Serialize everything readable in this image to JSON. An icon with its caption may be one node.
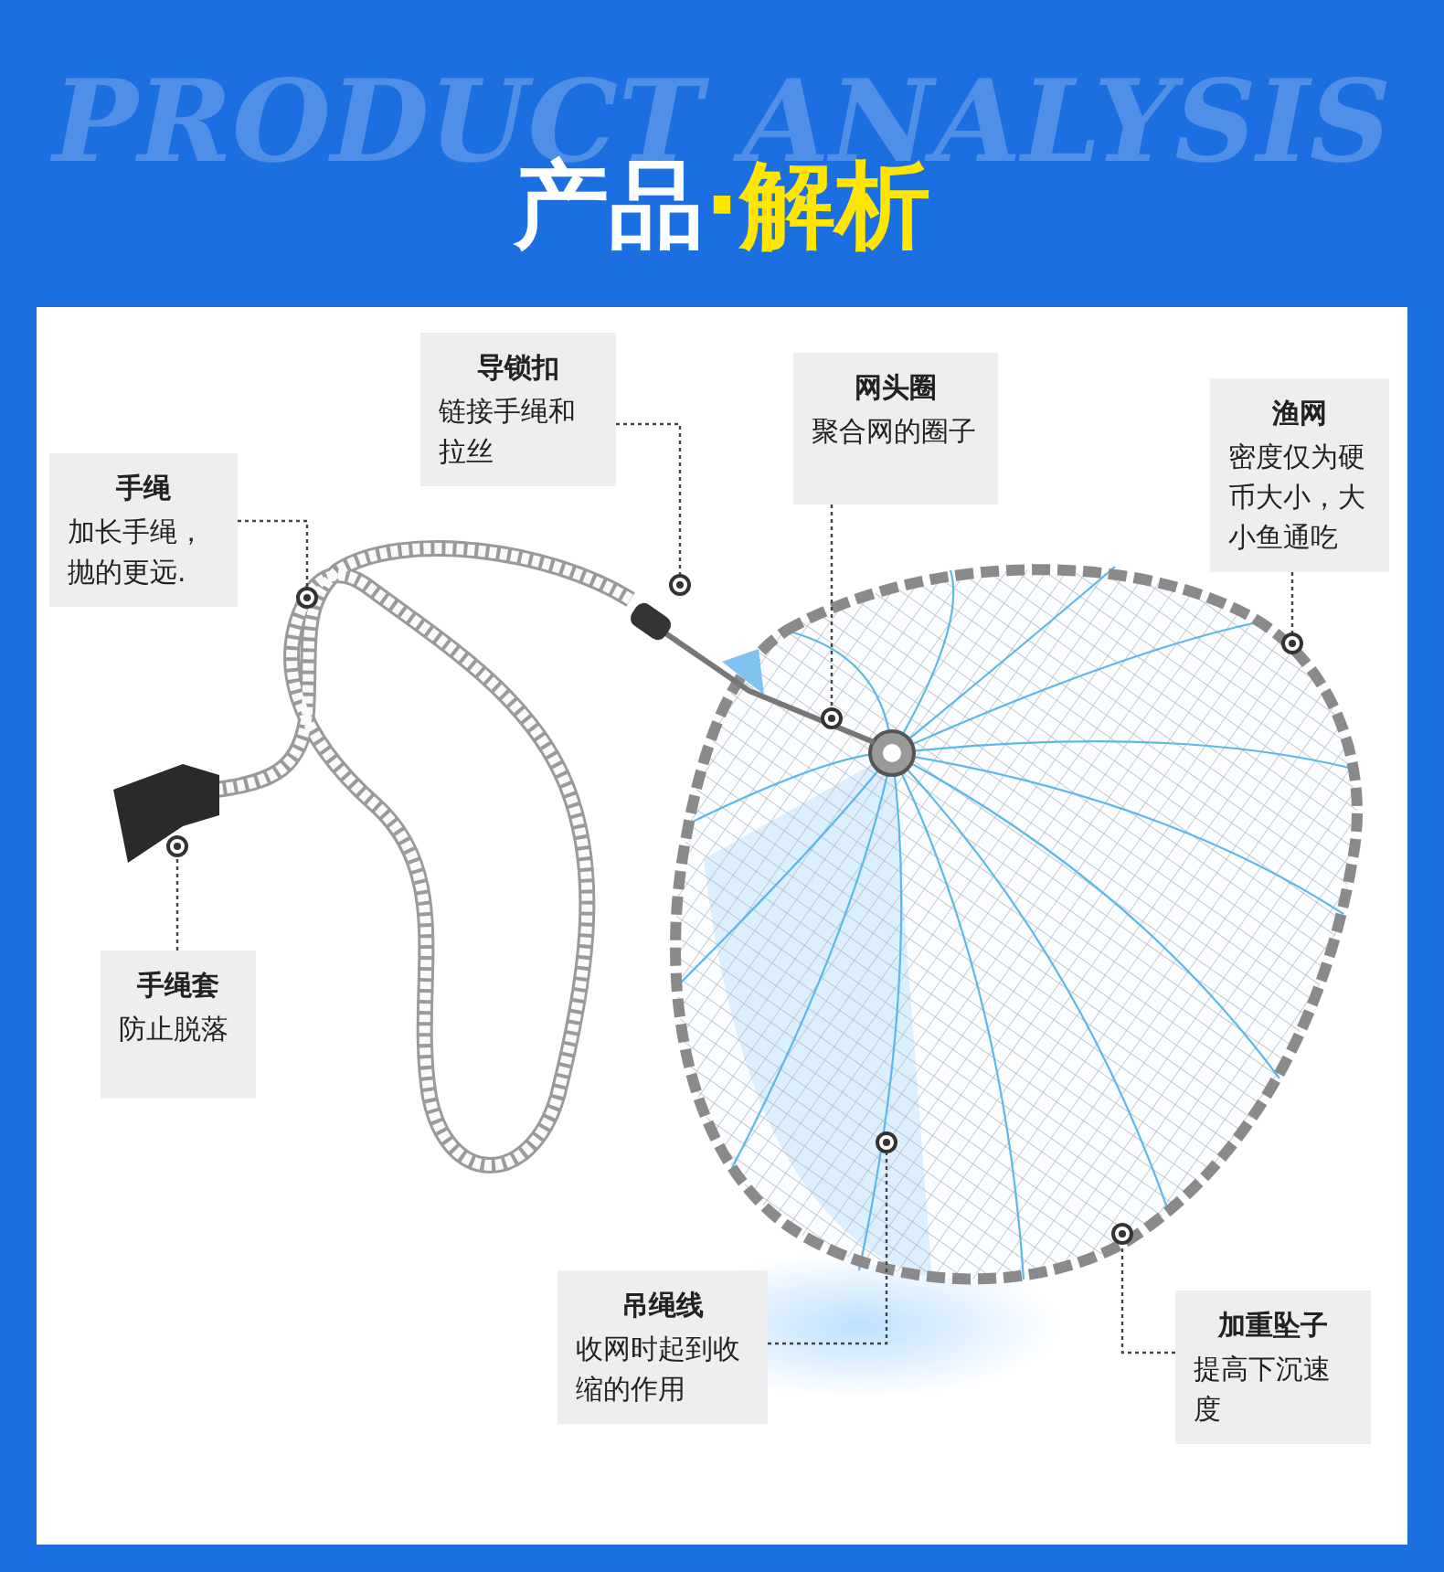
{
  "diagram": {
    "title": "产品·解析",
    "nodes": [
      {
        "text": [
          "导锁扣",
          "链接手绳和拉丝"
        ]
      },
      {
        "text": [
          "网头圈",
          "聚合网的圈子"
        ]
      },
      {
        "text": [
          "渔网",
          "密度仅为硬币大小，大小鱼通吃"
        ]
      },
      {
        "text": [
          "手绳",
          "加长手绳，抛的更远."
        ]
      },
      {
        "text": [
          "手绳套",
          "防止脱落"
        ]
      },
      {
        "text": [
          "吊绳线",
          "收网时起到收缩的作用"
        ]
      },
      {
        "text": [
          "加重坠子",
          "提高下沉速度"
        ]
      }
    ],
    "edges": [
      {
        "from": 0,
        "to": null,
        "arrow": "other",
        "style": "dashed"
      },
      {
        "from": 1,
        "to": null,
        "arrow": "other",
        "style": "dashed"
      },
      {
        "from": 2,
        "to": null,
        "arrow": "other",
        "style": "dashed"
      },
      {
        "from": 3,
        "to": null,
        "arrow": "other",
        "style": "dashed"
      },
      {
        "from": 4,
        "to": null,
        "arrow": "other",
        "style": "dashed"
      },
      {
        "from": 5,
        "to": null,
        "arrow": "other",
        "style": "dashed"
      },
      {
        "from": 6,
        "to": null,
        "arrow": "other",
        "style": "dashed"
      }
    ],
    "labels": [
      "PRODUCT ANALYSIS"
    ]
  }
}
